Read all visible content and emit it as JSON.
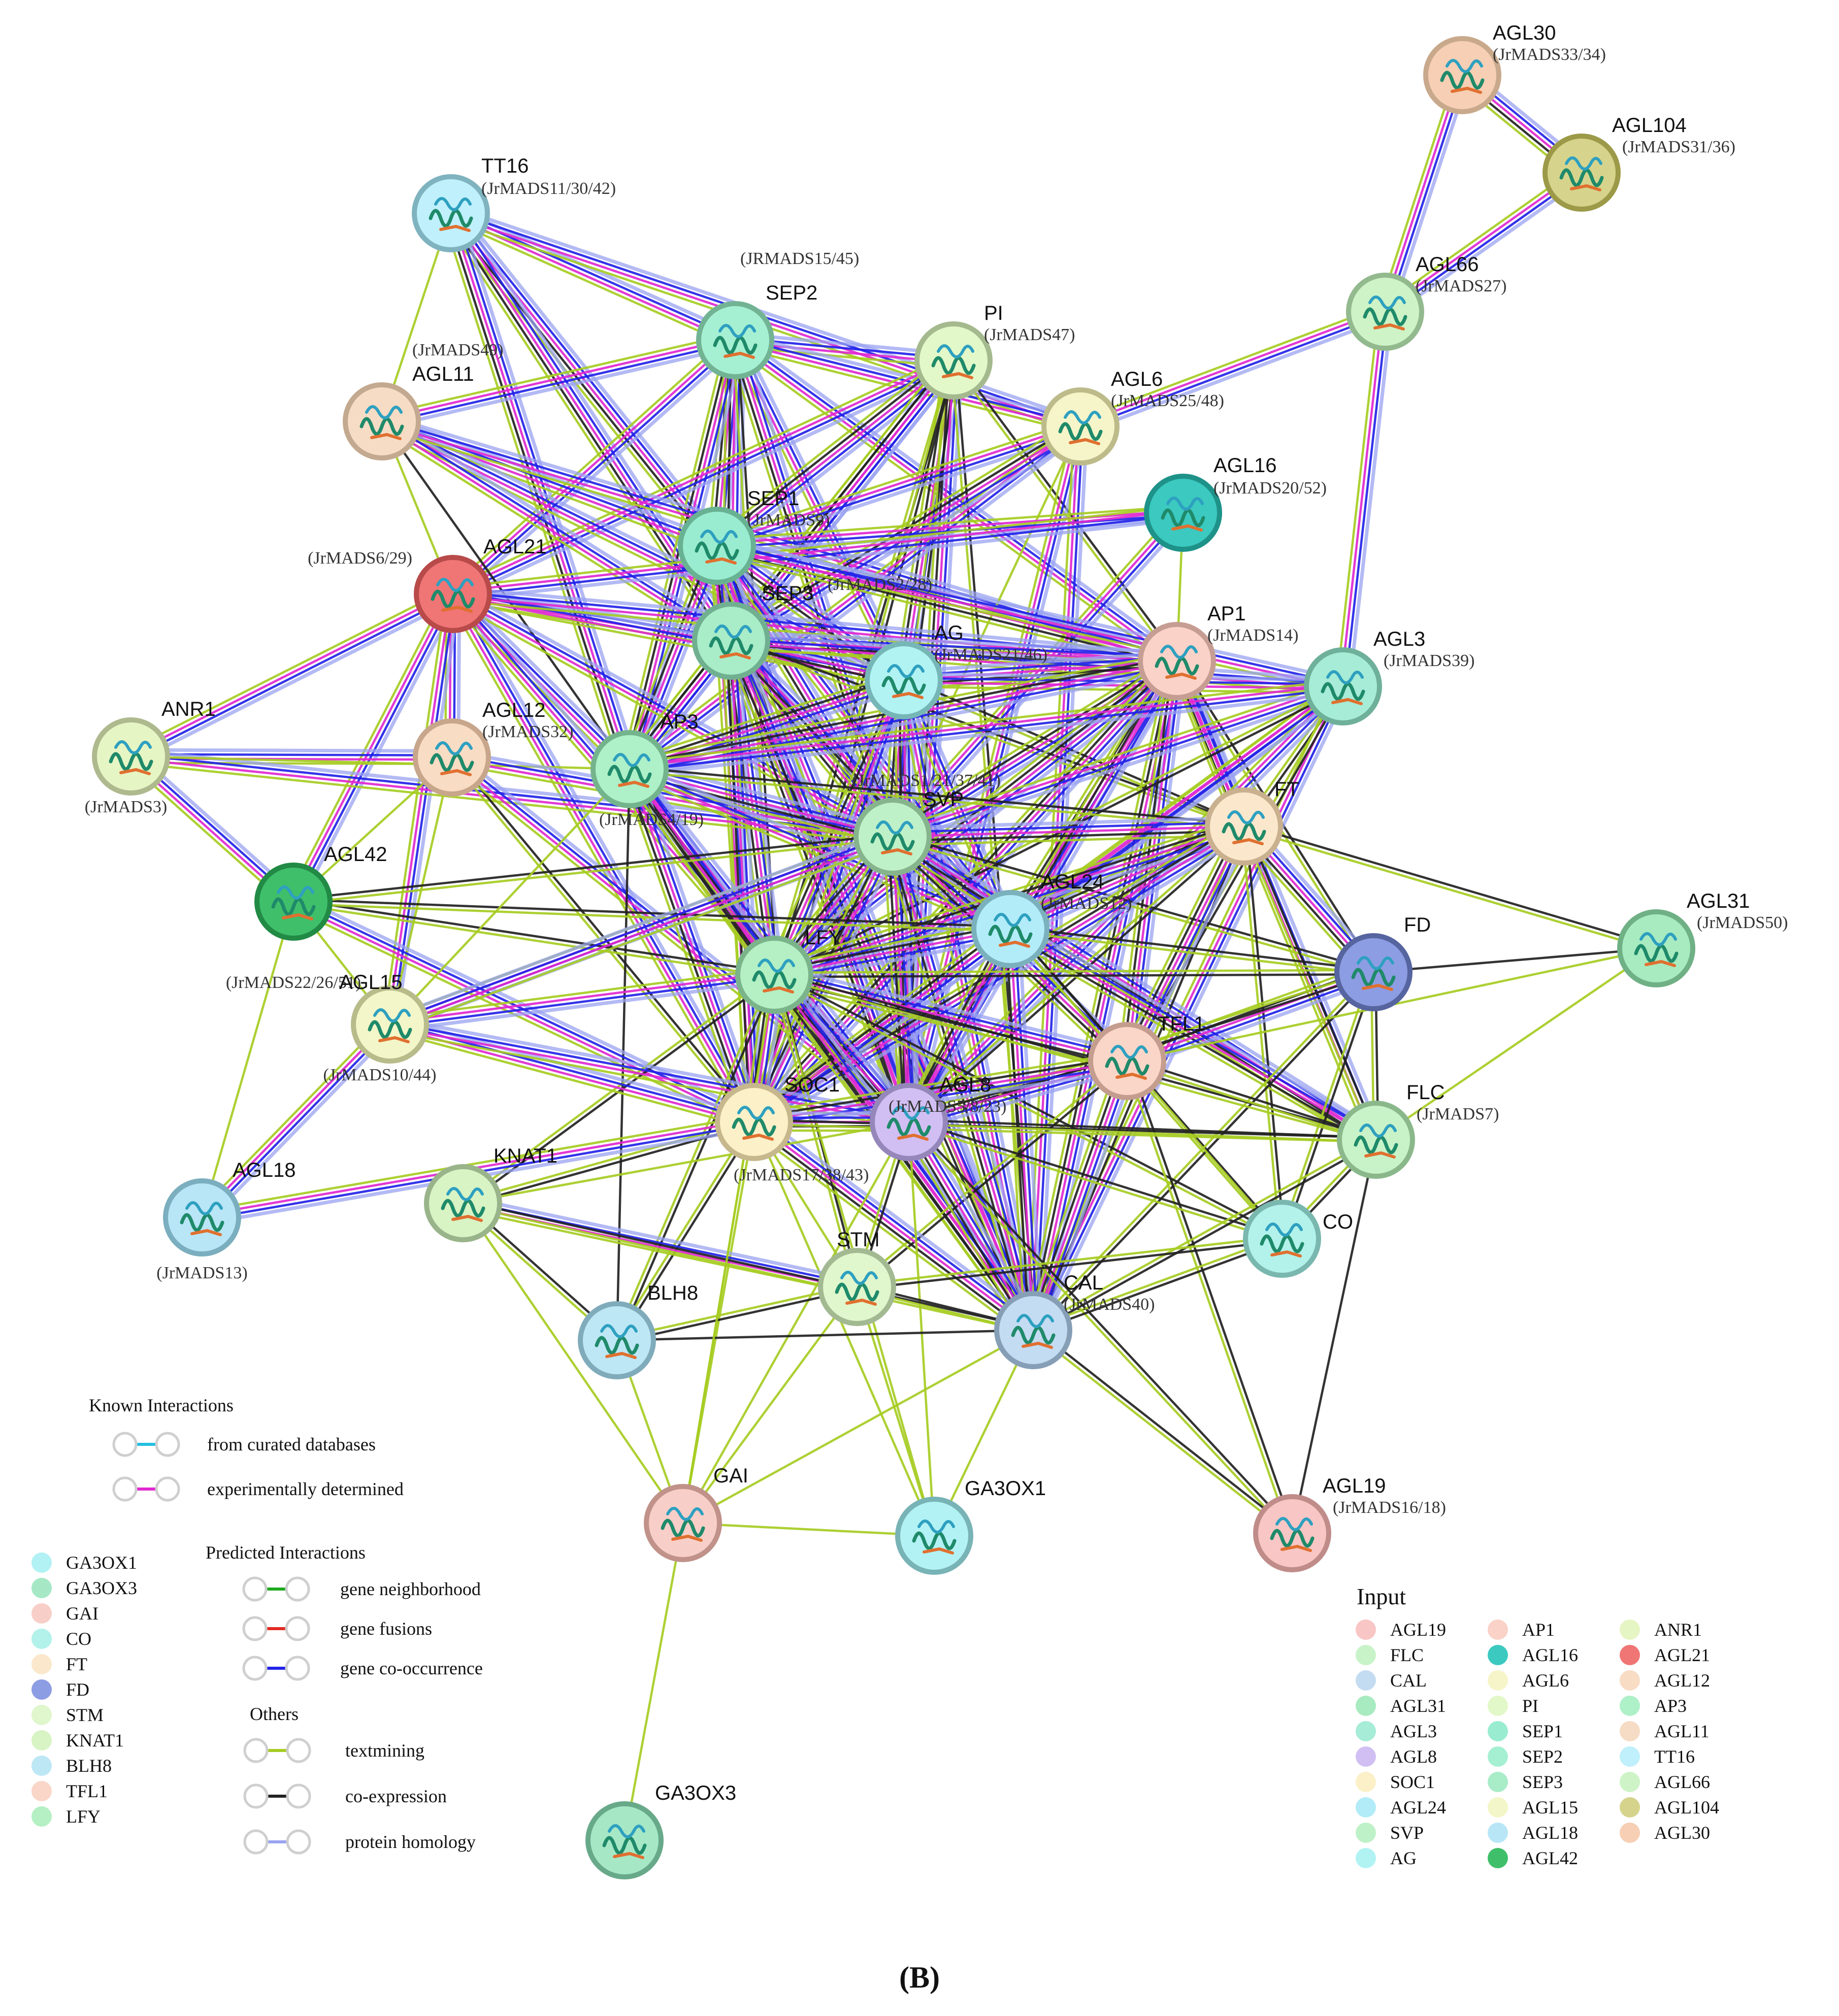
{
  "panel_label": "(B)",
  "nodes": [
    {
      "id": "AGL30",
      "label": "AGL30",
      "sub": "(JrMADS33/34)",
      "color": "#f6cfb4",
      "ring": "#c9a98c"
    },
    {
      "id": "AGL104",
      "label": "AGL104",
      "sub": "(JrMADS31/36)",
      "color": "#d6d48c",
      "ring": "#9c9a48"
    },
    {
      "id": "TT16",
      "label": "TT16",
      "sub": "(JrMADS11/30/42)",
      "color": "#bff0fb",
      "ring": "#7fb3bf"
    },
    {
      "id": "SEP2",
      "label": "SEP2",
      "sub": "(JRMADS15/45)",
      "color": "#a5f0d2",
      "ring": "#72b394"
    },
    {
      "id": "PI",
      "label": "PI",
      "sub": "(JrMADS47)",
      "color": "#e2f8c8",
      "ring": "#a5b98e"
    },
    {
      "id": "AGL66",
      "label": "AGL66",
      "sub": "(JrMADS27)",
      "color": "#cdf3c6",
      "ring": "#93b98e"
    },
    {
      "id": "AGL11",
      "label": "AGL11",
      "sub": "(JrMADS49)",
      "color": "#f6dcc4",
      "ring": "#c3a98f"
    },
    {
      "id": "AGL6",
      "label": "AGL6",
      "sub": "(JrMADS25/48)",
      "color": "#f6f5c9",
      "ring": "#bdbb8a"
    },
    {
      "id": "AGL16",
      "label": "AGL16",
      "sub": "(JrMADS20/52)",
      "color": "#3bc9c0",
      "ring": "#1e9289"
    },
    {
      "id": "SEP1",
      "label": "SEP1",
      "sub": "(JrMADS9)",
      "color": "#99ecd0",
      "ring": "#68b293"
    },
    {
      "id": "AGL21",
      "label": "AGL21",
      "sub": "(JrMADS6/29)",
      "color": "#f07575",
      "ring": "#b84a4a"
    },
    {
      "id": "SEP3",
      "label": "SEP3",
      "sub": "(JrMADS2/28)",
      "color": "#a8ecc8",
      "ring": "#70b090"
    },
    {
      "id": "AG",
      "label": "AG",
      "sub": "(JrMADS21/46)",
      "color": "#b1f3f3",
      "ring": "#77b6b6"
    },
    {
      "id": "AP1",
      "label": "AP1",
      "sub": "(JrMADS14)",
      "color": "#fad2c8",
      "ring": "#c69d93"
    },
    {
      "id": "AGL3",
      "label": "AGL3",
      "sub": "(JrMADS39)",
      "color": "#a6ecd6",
      "ring": "#6fb09a"
    },
    {
      "id": "ANR1",
      "label": "ANR1",
      "sub": "(JrMADS3)",
      "color": "#e6f5c4",
      "ring": "#aeb98e"
    },
    {
      "id": "AGL12",
      "label": "AGL12",
      "sub": "(JrMADS32)",
      "color": "#f8dcc4",
      "ring": "#c7a68c"
    },
    {
      "id": "AP3",
      "label": "AP3",
      "sub": "(JrMADS4/19)",
      "color": "#aef0c8",
      "ring": "#74b48c"
    },
    {
      "id": "SVP",
      "label": "SVP",
      "sub": "(JrMADS1/21/37/41)",
      "color": "#bff1c8",
      "ring": "#86b48c"
    },
    {
      "id": "FT",
      "label": "FT",
      "sub": "",
      "color": "#fbe8cc",
      "ring": "#c9b08f"
    },
    {
      "id": "AGL42",
      "label": "AGL42",
      "sub": "(JrMADS22/26/51)",
      "color": "#3fbf6a",
      "ring": "#218a45"
    },
    {
      "id": "AGL24",
      "label": "AGL24",
      "sub": "(JrMADS12)",
      "color": "#b2ecf8",
      "ring": "#7bb0bd"
    },
    {
      "id": "FD",
      "label": "FD",
      "sub": "",
      "color": "#8d9de3",
      "ring": "#56649f"
    },
    {
      "id": "AGL31",
      "label": "AGL31",
      "sub": "(JrMADS50)",
      "color": "#a8ebc0",
      "ring": "#6fb085"
    },
    {
      "id": "LFY",
      "label": "LFY",
      "sub": "",
      "color": "#b4f0c4",
      "ring": "#7bb48b"
    },
    {
      "id": "AGL15",
      "label": "AGL15",
      "sub": "(JrMADS10/44)",
      "color": "#f3f6c8",
      "ring": "#b8bb8a"
    },
    {
      "id": "TFL1",
      "label": "TFL1",
      "sub": "",
      "color": "#fad6c8",
      "ring": "#c49d8f"
    },
    {
      "id": "SOC1",
      "label": "SOC1",
      "sub": "(JrMADS17/38/43)",
      "color": "#fbf0c8",
      "ring": "#c6b78d"
    },
    {
      "id": "AGL8",
      "label": "AGL8",
      "sub": "(JrMADS5/8/23)",
      "color": "#d1bff3",
      "ring": "#9587ba"
    },
    {
      "id": "FLC",
      "label": "FLC",
      "sub": "(JrMADS7)",
      "color": "#c8f3c8",
      "ring": "#8bb88b"
    },
    {
      "id": "AGL18",
      "label": "AGL18",
      "sub": "(JrMADS13)",
      "color": "#b8e6f6",
      "ring": "#7baebe"
    },
    {
      "id": "KNAT1",
      "label": "KNAT1",
      "sub": "",
      "color": "#d8f3c4",
      "ring": "#99b48a"
    },
    {
      "id": "CO",
      "label": "CO",
      "sub": "",
      "color": "#b2f2ea",
      "ring": "#7ab7af"
    },
    {
      "id": "STM",
      "label": "STM",
      "sub": "",
      "color": "#e0f6cc",
      "ring": "#a2b992"
    },
    {
      "id": "BLH8",
      "label": "BLH8",
      "sub": "",
      "color": "#bde7f5",
      "ring": "#80abba"
    },
    {
      "id": "CAL",
      "label": "CAL",
      "sub": "(JrMADS40)",
      "color": "#c4dcf2",
      "ring": "#869fb6"
    },
    {
      "id": "GAI",
      "label": "GAI",
      "sub": "",
      "color": "#f8cfc8",
      "ring": "#c0928a"
    },
    {
      "id": "GA3OX1",
      "label": "GA3OX1",
      "sub": "",
      "color": "#b2f2f4",
      "ring": "#78b3b6"
    },
    {
      "id": "AGL19",
      "label": "AGL19",
      "sub": "(JrMADS16/18)",
      "color": "#f8c6c4",
      "ring": "#c08c8a"
    },
    {
      "id": "GA3OX3",
      "label": "GA3OX3",
      "sub": "",
      "color": "#a6e8c6",
      "ring": "#68a98a"
    }
  ],
  "legend_known": {
    "title": "Known Interactions",
    "items": [
      {
        "label": "from curated databases",
        "color": "#22bfe0"
      },
      {
        "label": "experimentally determined",
        "color": "#e028d0"
      }
    ]
  },
  "legend_predicted": {
    "title": "Predicted Interactions",
    "items": [
      {
        "label": "gene neighborhood",
        "color": "#1faa1f"
      },
      {
        "label": "gene fusions",
        "color": "#e32a22"
      },
      {
        "label": "gene co-occurrence",
        "color": "#2323e8"
      }
    ]
  },
  "legend_others": {
    "title": "Others",
    "items": [
      {
        "label": "textmining",
        "color": "#a6cc22"
      },
      {
        "label": "co-expression",
        "color": "#222222"
      },
      {
        "label": "protein homology",
        "color": "#9aa3f0"
      }
    ]
  },
  "legend_left": [
    {
      "label": "GA3OX1",
      "color": "#b2f2f4"
    },
    {
      "label": "GA3OX3",
      "color": "#a6e8c6"
    },
    {
      "label": "GAI",
      "color": "#f8cfc8"
    },
    {
      "label": "CO",
      "color": "#b2f2ea"
    },
    {
      "label": "FT",
      "color": "#fbe8cc"
    },
    {
      "label": "FD",
      "color": "#8d9de3"
    },
    {
      "label": "STM",
      "color": "#e0f6cc"
    },
    {
      "label": "KNAT1",
      "color": "#d8f3c4"
    },
    {
      "label": "BLH8",
      "color": "#bde7f5"
    },
    {
      "label": "TFL1",
      "color": "#fad6c8"
    },
    {
      "label": "LFY",
      "color": "#b4f0c4"
    }
  ],
  "input_title": "Input",
  "input_col1": [
    {
      "label": "AGL19",
      "color": "#f8c6c4"
    },
    {
      "label": "FLC",
      "color": "#c8f3c8"
    },
    {
      "label": "CAL",
      "color": "#c4dcf2"
    },
    {
      "label": "AGL31",
      "color": "#a8ebc0"
    },
    {
      "label": "AGL3",
      "color": "#a6ecd6"
    },
    {
      "label": "AGL8",
      "color": "#d1bff3"
    },
    {
      "label": "SOC1",
      "color": "#fbf0c8"
    },
    {
      "label": "AGL24",
      "color": "#b2ecf8"
    },
    {
      "label": "SVP",
      "color": "#bff1c8"
    },
    {
      "label": "AG",
      "color": "#b1f3f3"
    }
  ],
  "input_col2": [
    {
      "label": "AP1",
      "color": "#fad2c8"
    },
    {
      "label": "AGL16",
      "color": "#3bc9c0"
    },
    {
      "label": "AGL6",
      "color": "#f6f5c9"
    },
    {
      "label": "PI",
      "color": "#e2f8c8"
    },
    {
      "label": "SEP1",
      "color": "#99ecd0"
    },
    {
      "label": "SEP2",
      "color": "#a5f0d2"
    },
    {
      "label": "SEP3",
      "color": "#a8ecc8"
    },
    {
      "label": "AGL15",
      "color": "#f3f6c8"
    },
    {
      "label": "AGL18",
      "color": "#b8e6f6"
    },
    {
      "label": "AGL42",
      "color": "#3fbf6a"
    }
  ],
  "input_col3": [
    {
      "label": "ANR1",
      "color": "#e6f5c4"
    },
    {
      "label": "AGL21",
      "color": "#f07575"
    },
    {
      "label": "AGL12",
      "color": "#f8dcc4"
    },
    {
      "label": "AP3",
      "color": "#aef0c8"
    },
    {
      "label": "AGL11",
      "color": "#f6dcc4"
    },
    {
      "label": "TT16",
      "color": "#bff0fb"
    },
    {
      "label": "AGL66",
      "color": "#cdf3c6"
    },
    {
      "label": "AGL104",
      "color": "#d6d48c"
    },
    {
      "label": "AGL30",
      "color": "#f6cfb4"
    }
  ]
}
